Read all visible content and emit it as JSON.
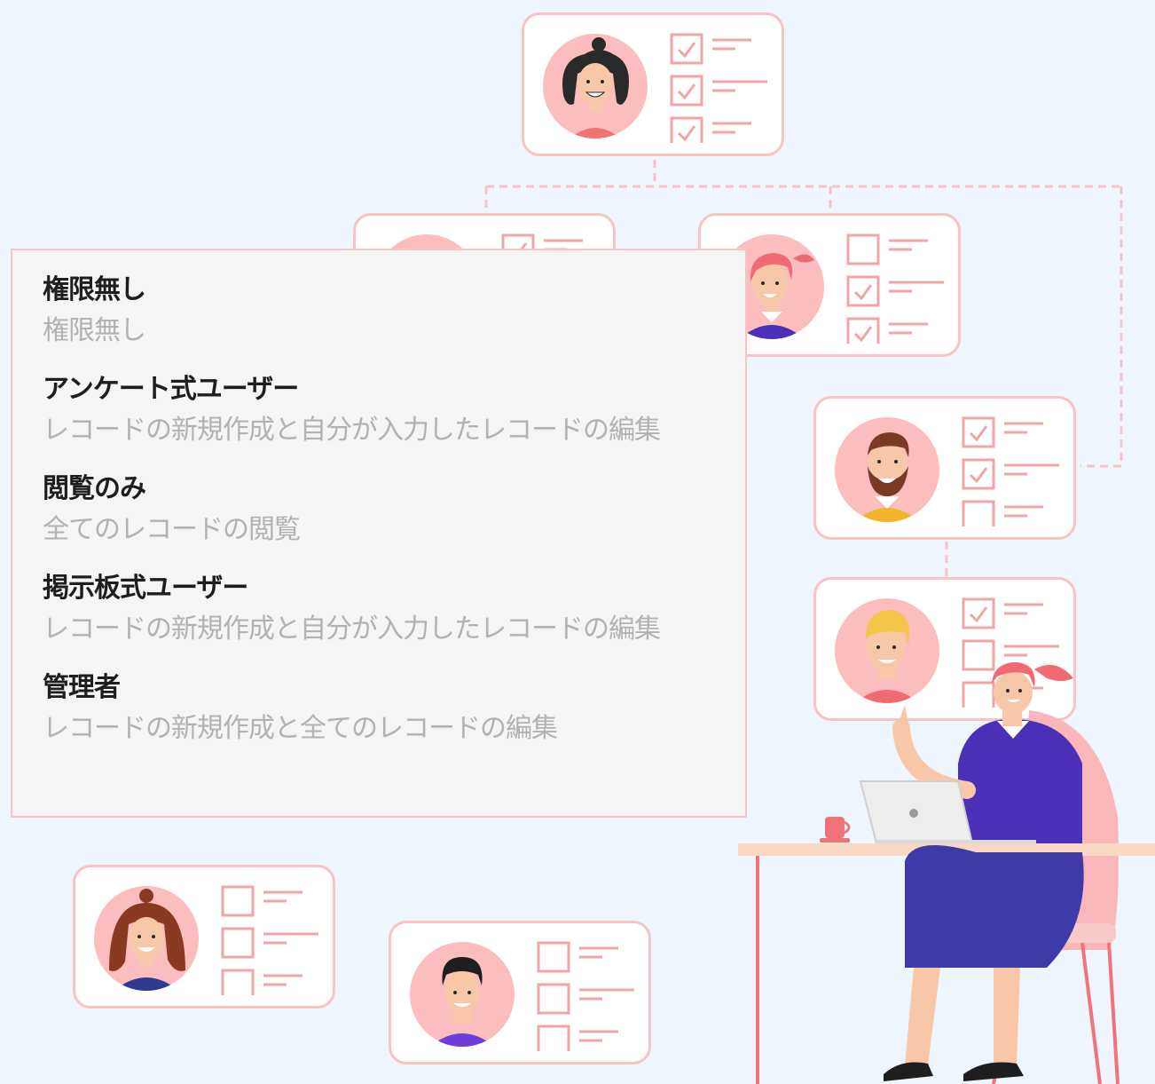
{
  "colors": {
    "background": "#EEF5FD",
    "card_border": "#F7C3C3",
    "checkbox": "#F2A5A5",
    "avatar_bg": "#FBBDBD",
    "panel_bg": "#F5F5F5",
    "role_title": "#1E1E1E",
    "role_desc": "#B2B2B2"
  },
  "roles": [
    {
      "title": "権限無し",
      "description": "権限無し"
    },
    {
      "title": "アンケート式ユーザー",
      "description": "レコードの新規作成と自分が入力したレコードの編集"
    },
    {
      "title": "閲覧のみ",
      "description": "全てのレコードの閲覧"
    },
    {
      "title": "掲示板式ユーザー",
      "description": "レコードの新規作成と自分が入力したレコードの編集"
    },
    {
      "title": "管理者",
      "description": "レコードの新規作成と全てのレコードの編集"
    }
  ],
  "user_cards": [
    {
      "id": "top-woman",
      "checks": [
        true,
        true,
        true
      ]
    },
    {
      "id": "dark-man",
      "checks": [
        true,
        false,
        true
      ]
    },
    {
      "id": "redhead-woman",
      "checks": [
        false,
        true,
        true
      ]
    },
    {
      "id": "bearded-man",
      "checks": [
        true,
        true,
        false
      ]
    },
    {
      "id": "blond-man",
      "checks": [
        true,
        false,
        false
      ]
    },
    {
      "id": "brunette-woman",
      "checks": [
        false,
        false,
        false
      ]
    },
    {
      "id": "dark-hair-man",
      "checks": [
        false,
        false,
        false
      ]
    }
  ],
  "icons": {
    "checkbox_checked": "checkbox-checked-icon",
    "checkbox_empty": "checkbox-empty-icon",
    "person_at_desk": "person-at-laptop-illustration"
  }
}
